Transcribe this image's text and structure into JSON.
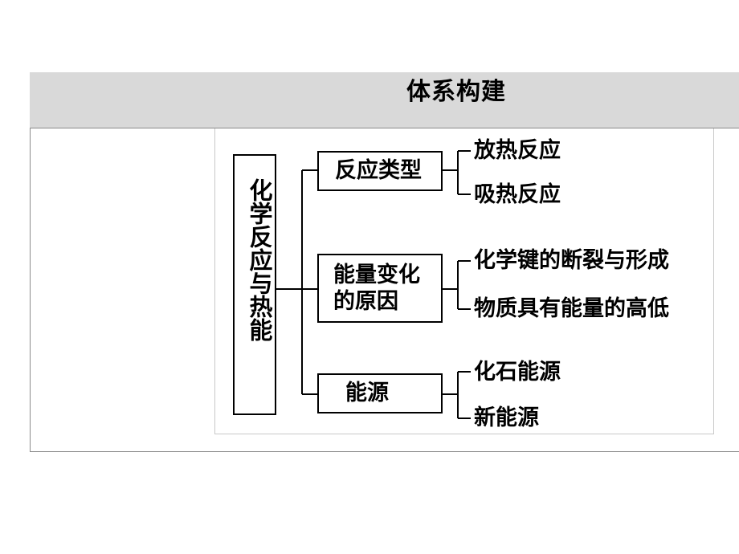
{
  "header": {
    "title": "体系构建"
  },
  "diagram": {
    "root": "化学反应与热能",
    "branches": [
      {
        "label": "反应类型",
        "children": [
          "放热反应",
          "吸热反应"
        ]
      },
      {
        "label_line1": "能量变化",
        "label_line2": "的原因",
        "children": [
          "化学键的断裂与形成",
          "物质具有能量的高低"
        ]
      },
      {
        "label": "能源",
        "children": [
          "化石能源",
          "新能源"
        ]
      }
    ]
  }
}
